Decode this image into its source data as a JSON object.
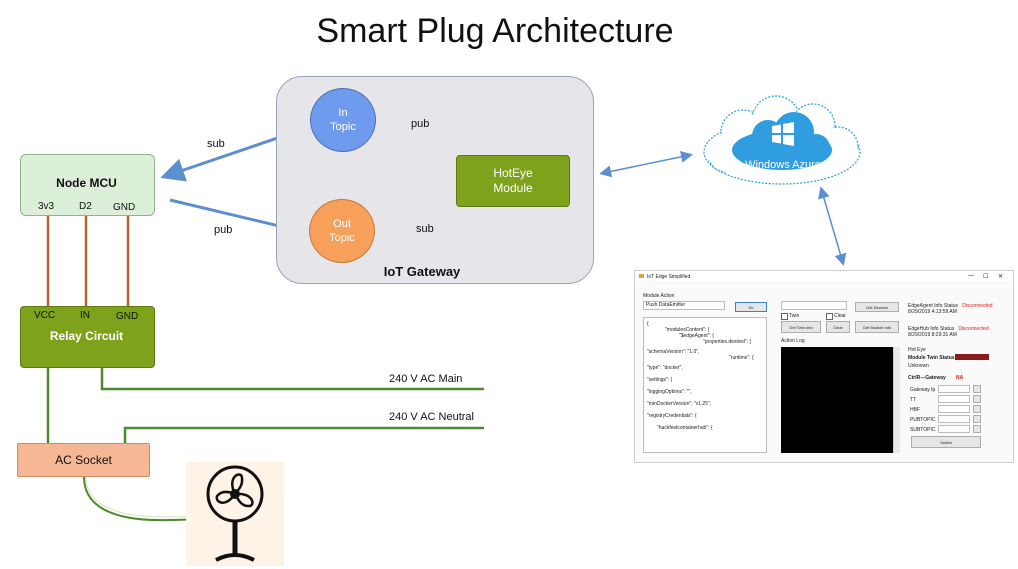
{
  "title": "Smart Plug Architecture",
  "gateway": {
    "label": "IoT Gateway"
  },
  "in_topic": {
    "line1": "In",
    "line2": "Topic"
  },
  "out_topic": {
    "line1": "Out",
    "line2": "Topic"
  },
  "hoteye": {
    "line1": "HotEye",
    "line2": "Module"
  },
  "node_mcu": {
    "title": "Node MCU",
    "pins": [
      "3v3",
      "D2",
      "GND"
    ]
  },
  "relay": {
    "title": "Relay Circuit",
    "pins": [
      "VCC",
      "IN",
      "GND"
    ]
  },
  "ac_socket": {
    "title": "AC Socket"
  },
  "labels": {
    "sub_left": "sub",
    "pub_left": "pub",
    "pub_gateway": "pub",
    "sub_gateway": "sub",
    "ac_main": "240 V AC Main",
    "ac_neutral": "240 V AC Neutral"
  },
  "cloud": {
    "label": "Windows Azure"
  },
  "colors": {
    "arrow": "#5b8fcf",
    "wire_brown": "#b5632e",
    "wire_green": "#4d8a2f",
    "cloud_fill": "#2f9de0"
  },
  "app_window": {
    "title": "IoT Edge Simplified",
    "module_action_label": "Module Action",
    "module_action_value": "Push DataEmitter",
    "do_button": "Do",
    "json_lines": [
      "{",
      "\"modulesContent\": {",
      "\"$edgeAgent\": {",
      "\"properties.desired\": {",
      "\"schemaVersion\": \"1.0\",",
      "\"runtime\": {",
      "\"type\": \"docker\",",
      "\"settings\": {",
      "\"loggingOptions\": \"\",",
      "\"minDockerVersion\": \"v1.25\",",
      "\"registryCredentials\": {",
      "\"hackfestcontainerhub\": {"
    ],
    "twin_checkbox": "Twin",
    "clear_checkbox": "Clear",
    "get_devices_button": "Get Devices",
    "get_twin_info_button": "Get Twin Info",
    "clear_button": "Clear",
    "get_module_info_button": "Get Module Info",
    "action_log_label": "Action Log",
    "edge_agent_status_label": "EdgeAgent Info Status",
    "edge_agent_status_value": "Disconnected",
    "edge_agent_time": "8/29/2019 4:13:59 AM",
    "edge_hub_status_label": "EdgeHub Info Status",
    "edge_hub_status_value": "Disconnected",
    "edge_hub_time": "8/29/2019 8:29:31 AM",
    "hot_eye_label": "Hot Eye",
    "module_twin_status_label": "Module Twin Status",
    "unknown": "Unknown",
    "ctrlr_gateway_label": "CtrlR---Gateway",
    "ctrlr_gateway_value": "NA",
    "fields": [
      "Gateway Ip",
      "TT",
      "HBF",
      "PUBTOPIC",
      "SUBTOPIC"
    ],
    "switch_button": "Switch",
    "win_controls": [
      "—",
      "☐",
      "✕"
    ]
  }
}
